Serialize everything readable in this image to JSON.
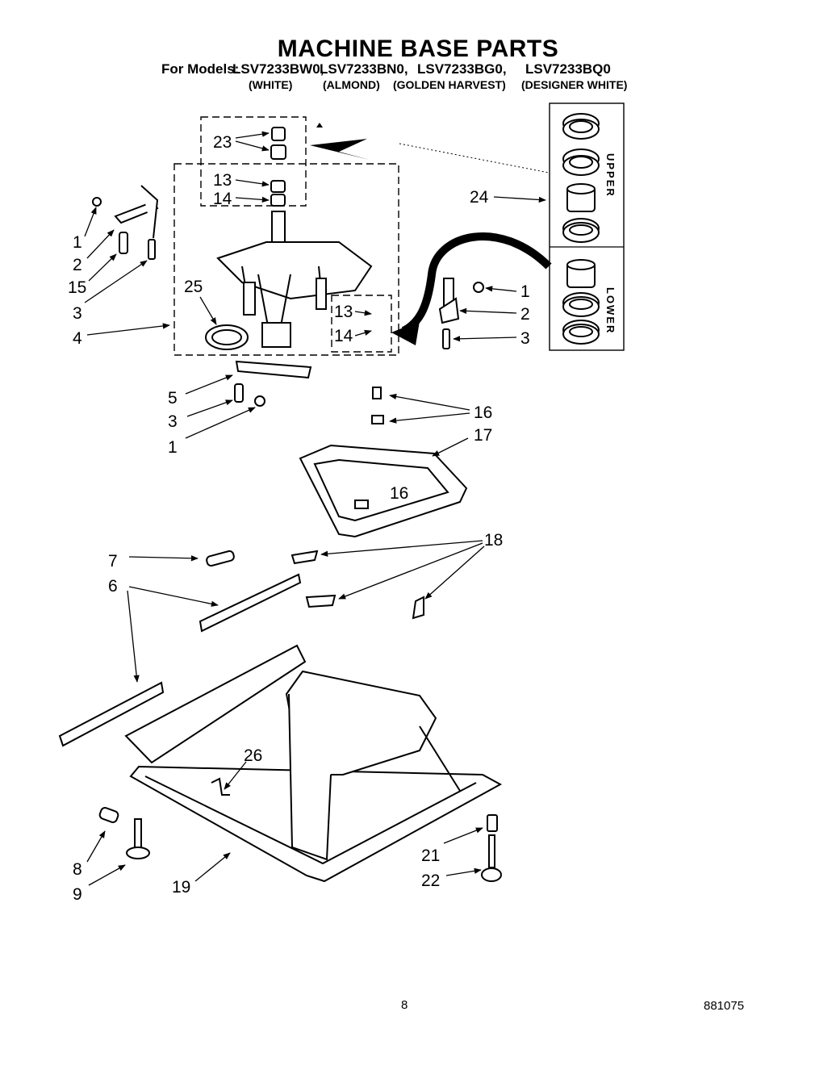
{
  "header": {
    "title": "MACHINE BASE PARTS",
    "models_prefix": "For Models:",
    "models": [
      "LSV7233BW0,",
      "LSV7233BN0,",
      "LSV7233BG0,",
      "LSV7233BQ0"
    ],
    "colors": [
      "(WHITE)",
      "(ALMOND)",
      "(GOLDEN HARVEST)",
      "(DESIGNER WHITE)"
    ]
  },
  "inset": {
    "upper_label": "UPPER",
    "lower_label": "LOWER"
  },
  "callouts": {
    "c23": "23",
    "c13a": "13",
    "c14a": "14",
    "c1a": "1",
    "c2a": "2",
    "c15": "15",
    "c3a": "3",
    "c4": "4",
    "c25": "25",
    "c24": "24",
    "c13b": "13",
    "c14b": "14",
    "c1b": "1",
    "c2b": "2",
    "c3b": "3",
    "c5": "5",
    "c3c": "3",
    "c1c": "1",
    "c16a": "16",
    "c17": "17",
    "c16b": "16",
    "c7": "7",
    "c6": "6",
    "c18": "18",
    "c26": "26",
    "c8": "8",
    "c9": "9",
    "c19": "19",
    "c21": "21",
    "c22": "22"
  },
  "footer": {
    "page_number": "8",
    "document_number": "881075"
  }
}
